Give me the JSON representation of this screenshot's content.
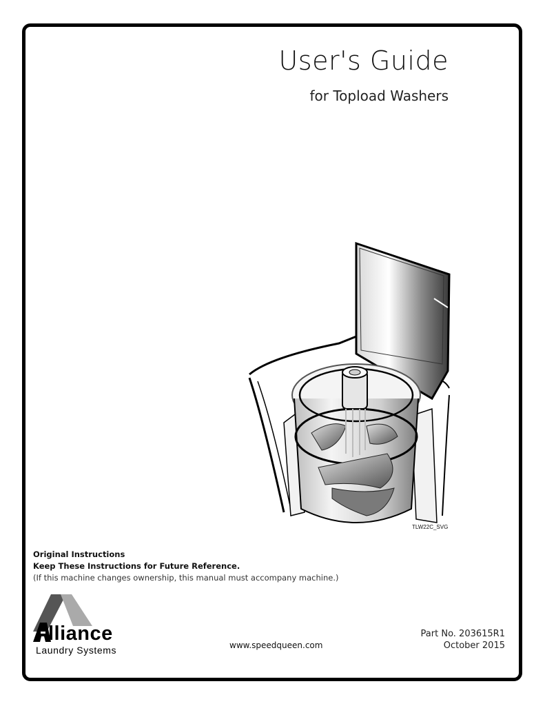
{
  "document": {
    "title": "User's Guide",
    "subtitle": "for Topload Washers",
    "figure_code": "TLW22C_SVG",
    "notes": {
      "line1": "Original Instructions",
      "line2": "Keep These Instructions for Future Reference.",
      "line3": "(If this machine changes ownership, this manual must accompany machine.)"
    },
    "logo": {
      "word": "lliance",
      "initial": "A",
      "sub": "Laundry Systems"
    },
    "website": "www.speedqueen.com",
    "part_number": "Part No. 203615R1",
    "date": "October 2015"
  }
}
